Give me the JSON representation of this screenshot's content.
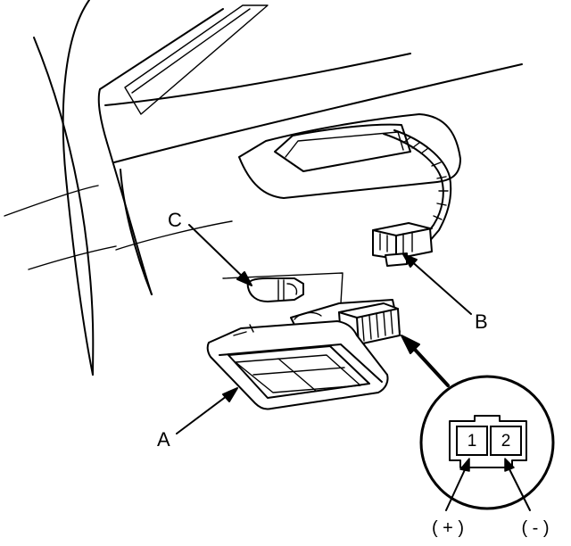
{
  "labels": {
    "a": "A",
    "b": "B",
    "c": "C"
  },
  "connector_view": {
    "pin1": "1",
    "pin2": "2",
    "pin1_polarity": "( + )",
    "pin2_polarity": "( - )"
  }
}
